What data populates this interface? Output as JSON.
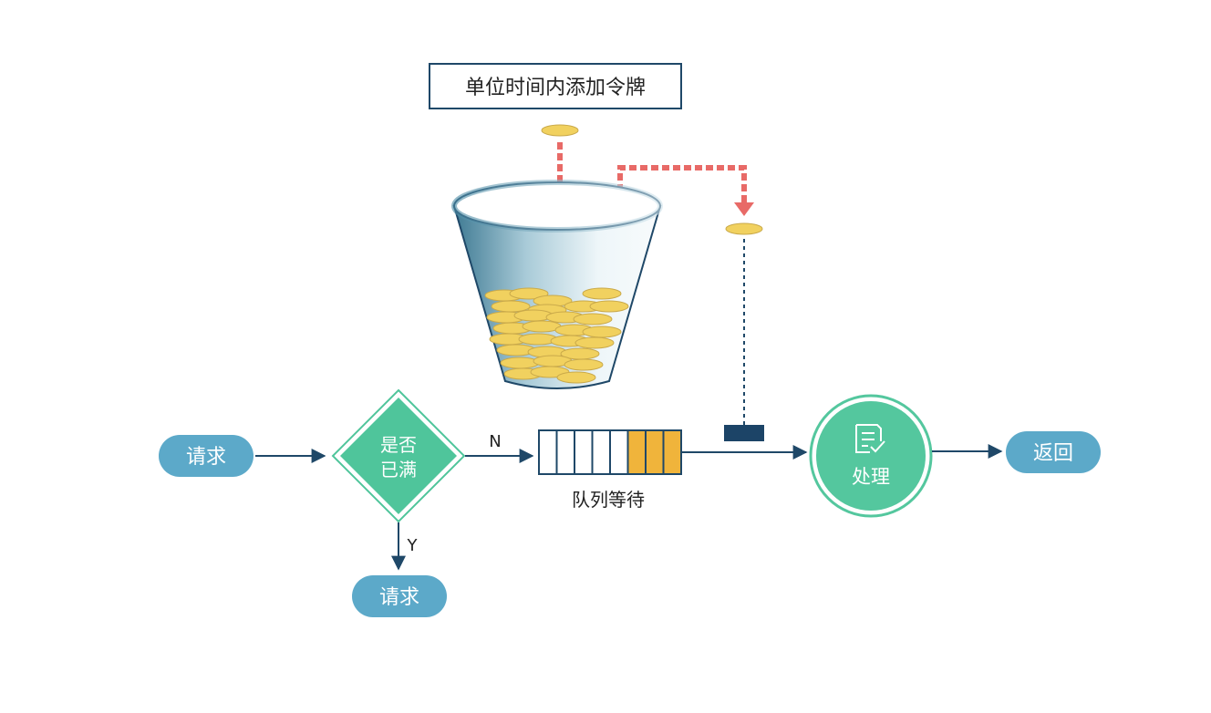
{
  "header_label": "单位时间内添加令牌",
  "request_label": "请求",
  "rejected_label": "请求",
  "decision_label_line1": "是否",
  "decision_label_line2": "已满",
  "branch_no_label": "N",
  "branch_yes_label": "Y",
  "queue_label": "队列等待",
  "queue": {
    "total_slots": 8,
    "filled_slots": 3
  },
  "process_label": "处理",
  "return_label": "返回",
  "colors": {
    "pill": "#5ca9c9",
    "diamond": "#4fc59b",
    "process_circle": "#54c79e",
    "arrow": "#1f4868",
    "token_arrow": "#e86a67",
    "coin": "#f1d15f",
    "queue_fill": "#f0b43b",
    "gate": "#1c4467"
  },
  "icons": [
    "checklist-icon",
    "coin-icon"
  ]
}
